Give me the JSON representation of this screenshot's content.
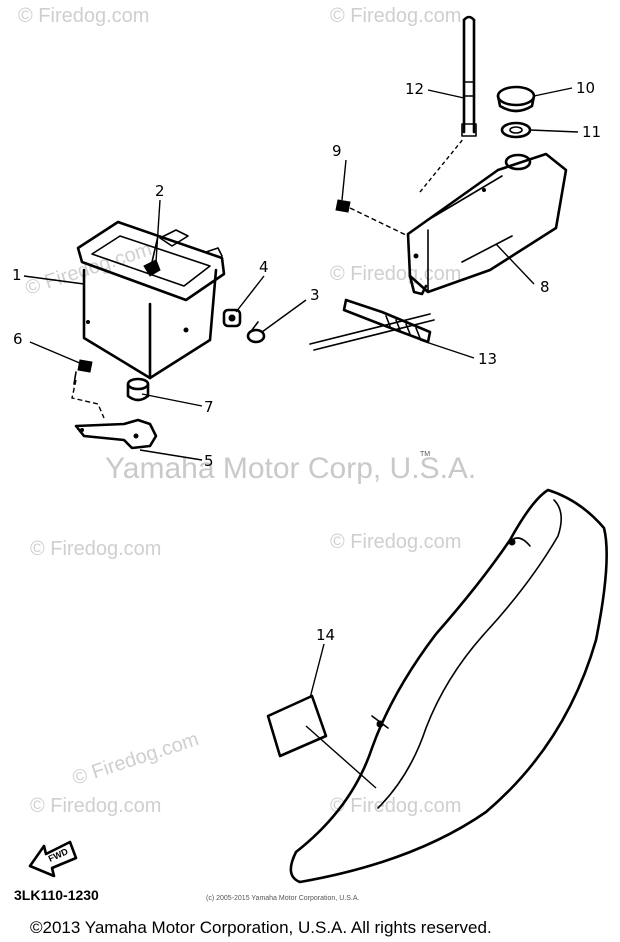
{
  "watermarks": {
    "site": "© Firedog.com",
    "maker": "Yamaha Motor Corp, U.S.A.",
    "trademark": "TM"
  },
  "callouts": [
    "1",
    "2",
    "3",
    "4",
    "5",
    "6",
    "7",
    "8",
    "9",
    "10",
    "11",
    "12",
    "13",
    "14"
  ],
  "fwd_arrow": "FWD",
  "diagram_code": "3LK110-1230",
  "small_copyright": "(c) 2005-2015 Yamaha Motor Corporation, U.S.A.",
  "footer_copyright": "©2013 Yamaha Motor Corporation, U.S.A. All rights reserved."
}
